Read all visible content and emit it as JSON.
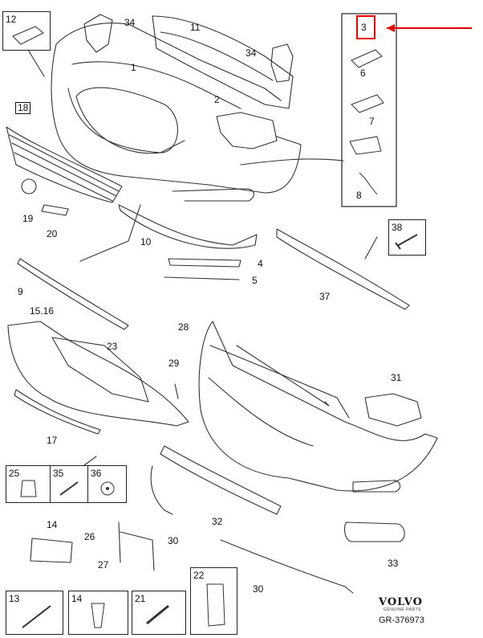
{
  "diagram": {
    "brand": "VOLVO",
    "brand_sub": "GENUINE PARTS",
    "reference": "GR-376973",
    "accent_color": "#e00000",
    "highlighted_part": "3",
    "callouts": {
      "p1": "1",
      "p2": "2",
      "p4": "4",
      "p5": "5",
      "p6": "6",
      "p7": "7",
      "p8": "8",
      "p9": "9",
      "p10": "10",
      "p11": "11",
      "p17": "17",
      "p19": "19",
      "p20": "20",
      "p23": "23",
      "p26": "26",
      "p27": "27",
      "p28": "28",
      "p29": "29",
      "p30a": "30",
      "p30b": "30",
      "p31": "31",
      "p32": "32",
      "p33": "33",
      "p34a": "34",
      "p34b": "34",
      "p37": "37",
      "p15": "15.16",
      "p18": "18"
    },
    "boxes": {
      "b12": "12",
      "b38": "38",
      "b25": "25",
      "b35": "35",
      "b36": "36",
      "b14top": "14",
      "b22": "22",
      "b13": "13",
      "b14": "14",
      "b21": "21"
    }
  }
}
